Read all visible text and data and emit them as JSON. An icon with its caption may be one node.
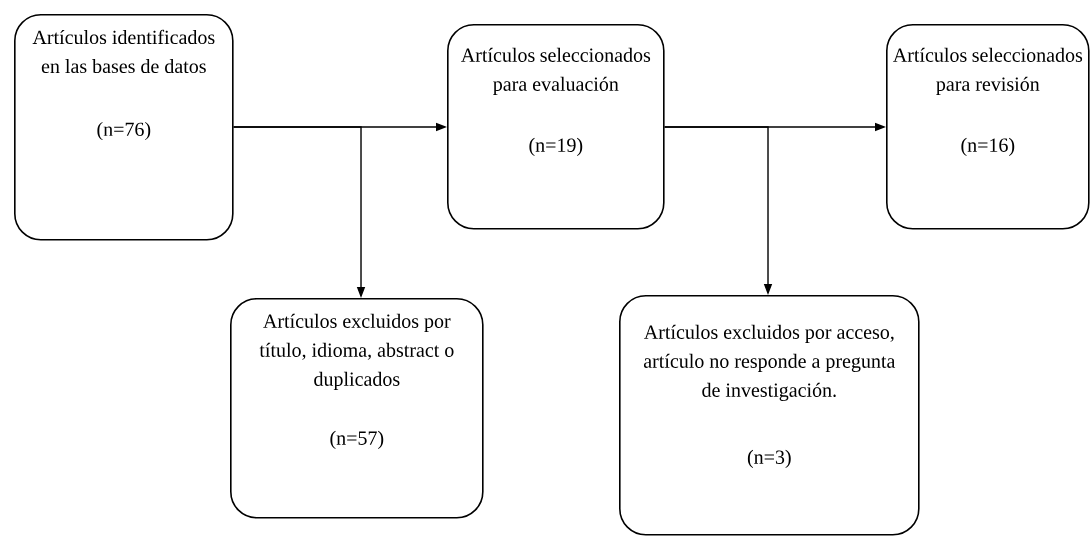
{
  "diagram": {
    "nodes": [
      {
        "text": [
          "Artículos identificados en las bases de datos",
          "(n=76)"
        ]
      },
      {
        "text": [
          "Artículos seleccionados para evaluación",
          "(n=19)"
        ]
      },
      {
        "text": [
          "Artículos excluidos por título, idioma, abstract o duplicados",
          "(n=57)"
        ]
      },
      {
        "text": [
          "Artículos seleccionados para revisión",
          "(n=16)"
        ]
      },
      {
        "text": [
          "Artículos excluidos por acceso, artículo no responde a pregunta de investigación.",
          "(n=3)"
        ]
      }
    ],
    "edges": [
      {
        "from": 0,
        "to": 1,
        "arrow": "to"
      },
      {
        "from": 0,
        "to": 2,
        "arrow": "to"
      },
      {
        "from": 1,
        "to": 3,
        "arrow": "to"
      },
      {
        "from": 1,
        "to": 4,
        "arrow": "to"
      }
    ]
  }
}
